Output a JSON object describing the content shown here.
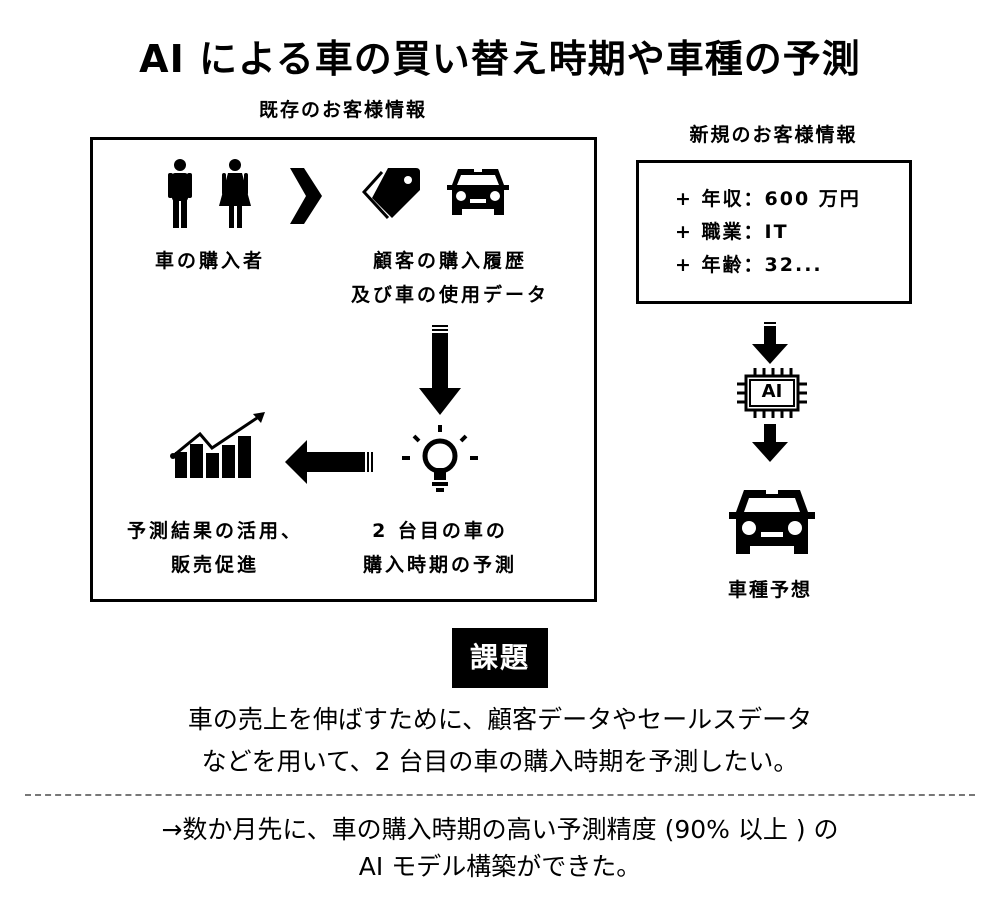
{
  "title": "AI による車の買い替え時期や車種の予測",
  "existing": {
    "heading": "既存のお客様情報",
    "buyers_label": "車の購入者",
    "history_label_1": "顧客の購入履歴",
    "history_label_2": "及び車の使用データ",
    "utilize_label_1": "予測結果の活用、",
    "utilize_label_2": "販売促進",
    "predict_label_1": "2 台目の車の",
    "predict_label_2": "購入時期の予測"
  },
  "new": {
    "heading": "新規のお客様情報",
    "items": [
      "+ 年収：600 万円",
      "+ 職業：IT",
      "+ 年齢：32..."
    ],
    "ai_chip": "AI",
    "result_label": "車種予想"
  },
  "issue": {
    "badge": "課題",
    "line1": "車の売上を伸ばすために、顧客データやセールスデータ",
    "line2": "などを用いて、2 台目の車の購入時期を予測したい。"
  },
  "result": {
    "line1": "→数か月先に、車の購入時期の高い予測精度 (90% 以上 ) の",
    "line2": "AI モデル構築ができた。"
  }
}
